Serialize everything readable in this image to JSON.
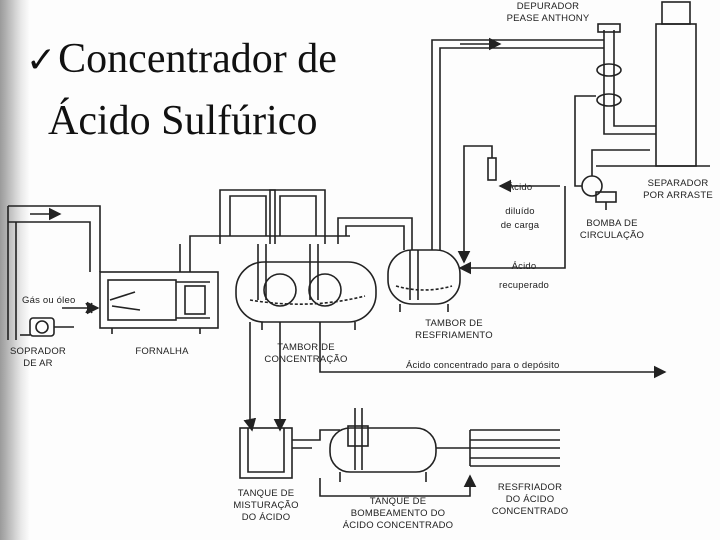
{
  "title": {
    "check_mark": "✓",
    "line1": "Concentrador de",
    "line2": "Ácido Sulfúrico"
  },
  "labels": {
    "depurador": [
      "DEPURADOR",
      "PEASE ANTHONY"
    ],
    "separador": [
      "SEPARADOR",
      "POR ARRASTE"
    ],
    "bomba_circulacao": [
      "BOMBA DE",
      "CIRCULAÇÃO"
    ],
    "acido_diluido": [
      "Ácido",
      "diluído",
      "de carga"
    ],
    "acido_recuperado": [
      "Ácido",
      "recuperado"
    ],
    "gas_oleo": "Gás ou óleo",
    "soprador": [
      "SOPRADOR",
      "DE AR"
    ],
    "fornalha": "FORNALHA",
    "tambor_concentracao": [
      "TAMBOR DE",
      "CONCENTRAÇÃO"
    ],
    "tambor_resfriamento": [
      "TAMBOR DE",
      "RESFRIAMENTO"
    ],
    "acido_concentrado_deposito": "Ácido concentrado para o depósito",
    "tanque_mistura": [
      "TANQUE DE",
      "MISTURAÇÃO",
      "DO ÁCIDO"
    ],
    "tanque_bombeamento": [
      "TANQUE DE",
      "BOMBEAMENTO DO",
      "ÁCIDO CONCENTRADO"
    ],
    "resfriador": [
      "RESFRIADOR",
      "DO ÁCIDO",
      "CONCENTRADO"
    ]
  }
}
